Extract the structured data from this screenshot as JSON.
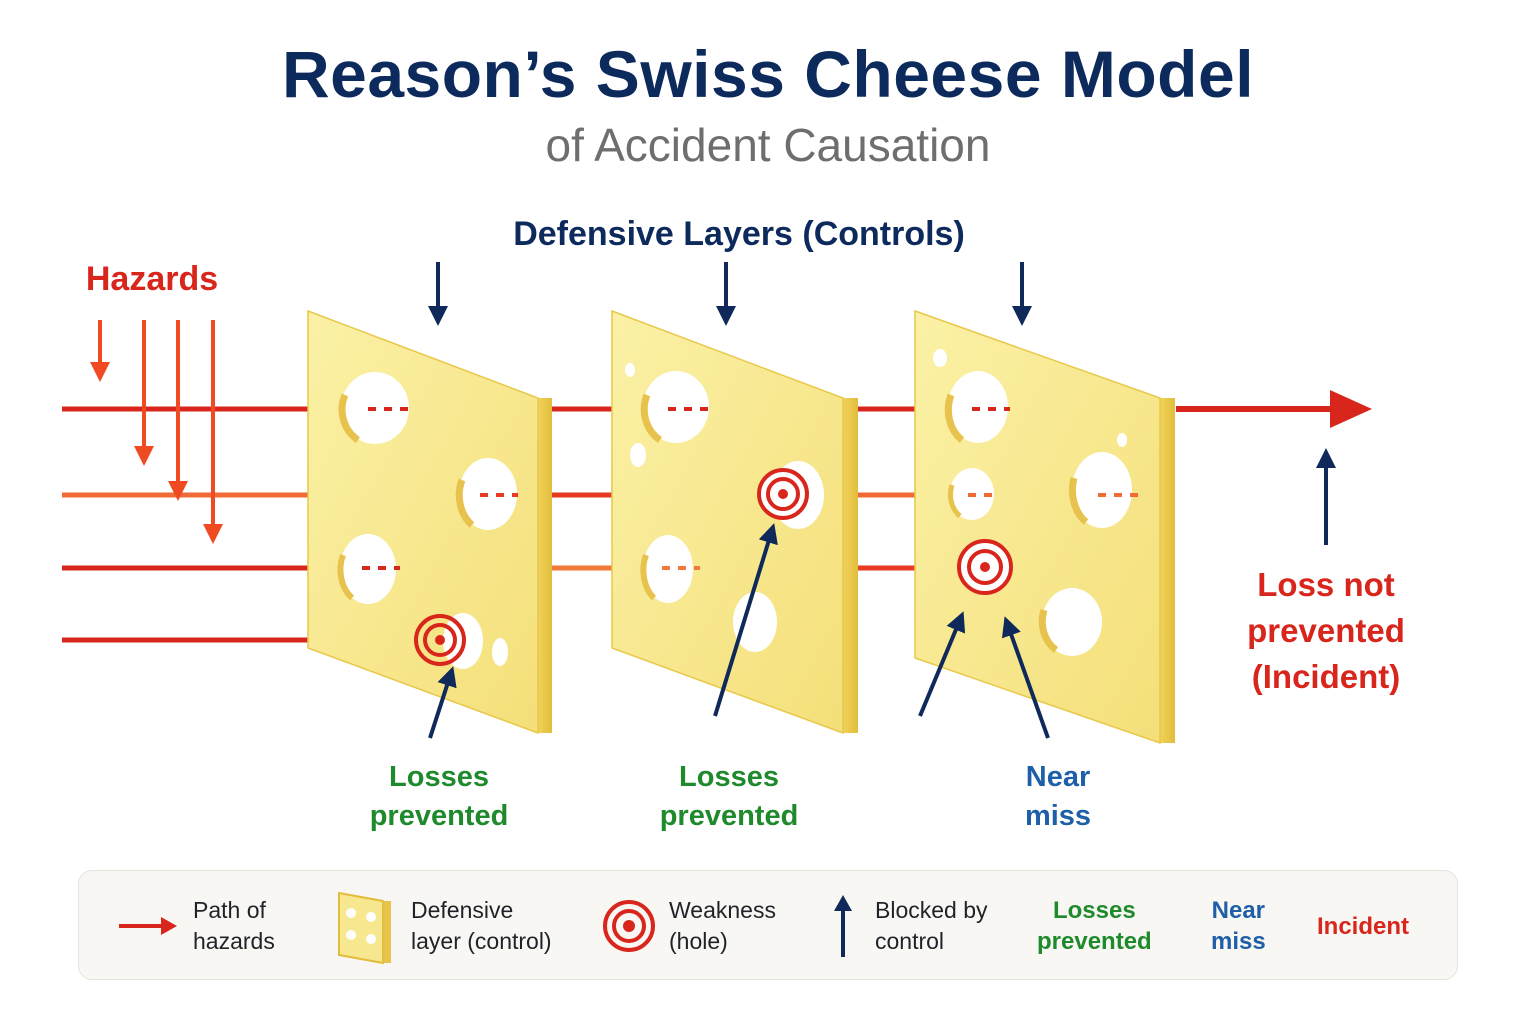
{
  "title": "Reason’s Swiss Cheese Model",
  "subtitle": "of Accident Causation",
  "diagram": {
    "layers_label": "Defensive Layers (Controls)",
    "hazards_label": "Hazards",
    "outcomes": {
      "losses_prevented_1": [
        "Losses",
        "prevented"
      ],
      "losses_prevented_2": [
        "Losses",
        "prevented"
      ],
      "near_miss": [
        "Near",
        "miss"
      ],
      "incident": [
        "Loss not",
        "prevented",
        "(Incident)"
      ]
    }
  },
  "legend": {
    "path_of_hazards": [
      "Path of",
      "hazards"
    ],
    "defensive_layer": [
      "Defensive",
      "layer (control)"
    ],
    "weakness": [
      "Weakness",
      "(hole)"
    ],
    "blocked": [
      "Blocked by",
      "control"
    ],
    "losses_prevented": [
      "Losses",
      "prevented"
    ],
    "near_miss": [
      "Near",
      "miss"
    ],
    "incident": "Incident"
  },
  "colors": {
    "title_navy": "#0d2a5c",
    "hazard_red": "#d9261c",
    "hazard_orange": "#f0642d",
    "cheese_yellow": "#f7e78e",
    "cheese_edge": "#e8c84a",
    "prevented_green": "#1f8a2c",
    "near_miss_blue": "#1f5fa8",
    "control_navy": "#0f2a5a"
  }
}
